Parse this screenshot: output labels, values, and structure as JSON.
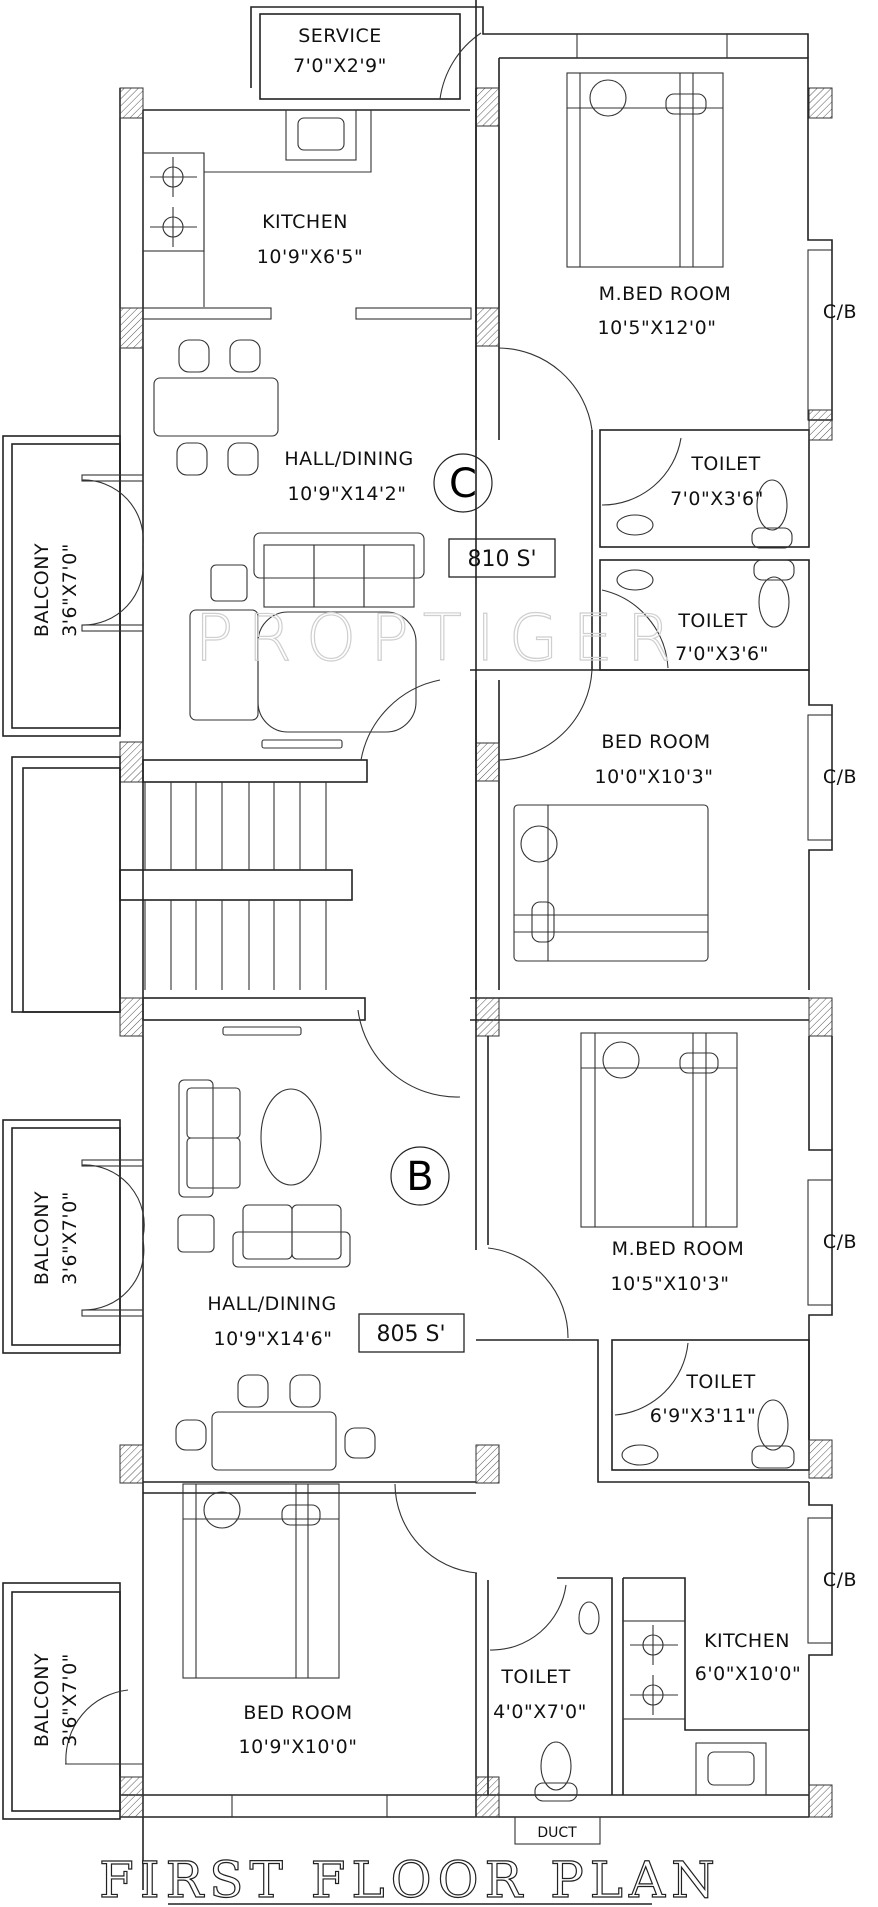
{
  "title": "FIRST FLOOR PLAN",
  "watermark": "PROPTIGER",
  "units": [
    {
      "id": "C",
      "area": "810 S'",
      "rooms": [
        {
          "name": "SERVICE",
          "size": "7'0\"X2'9\""
        },
        {
          "name": "KITCHEN",
          "size": "10'9\"X6'5\""
        },
        {
          "name": "M.BED ROOM",
          "size": "10'5\"X12'0\""
        },
        {
          "name": "HALL/DINING",
          "size": "10'9\"X14'2\""
        },
        {
          "name": "TOILET",
          "size": "7'0\"X3'6\""
        },
        {
          "name": "TOILET",
          "size": "7'0\"X3'6\""
        },
        {
          "name": "BED ROOM",
          "size": "10'0\"X10'3\""
        },
        {
          "name": "BALCONY",
          "size": "3'6\"X7'0\""
        }
      ],
      "cupboards": [
        "C/B",
        "C/B"
      ]
    },
    {
      "id": "B",
      "area": "805 S'",
      "rooms": [
        {
          "name": "HALL/DINING",
          "size": "10'9\"X14'6\""
        },
        {
          "name": "M.BED ROOM",
          "size": "10'5\"X10'3\""
        },
        {
          "name": "TOILET",
          "size": "6'9\"X3'11\""
        },
        {
          "name": "BED ROOM",
          "size": "10'9\"X10'0\""
        },
        {
          "name": "TOILET",
          "size": "4'0\"X7'0\""
        },
        {
          "name": "KITCHEN",
          "size": "6'0\"X10'0\""
        },
        {
          "name": "BALCONY",
          "size": "3'6\"X7'0\""
        },
        {
          "name": "BALCONY",
          "size": "3'6\"X7'0\""
        }
      ],
      "cupboards": [
        "C/B",
        "C/B"
      ],
      "duct": "DUCT"
    }
  ]
}
